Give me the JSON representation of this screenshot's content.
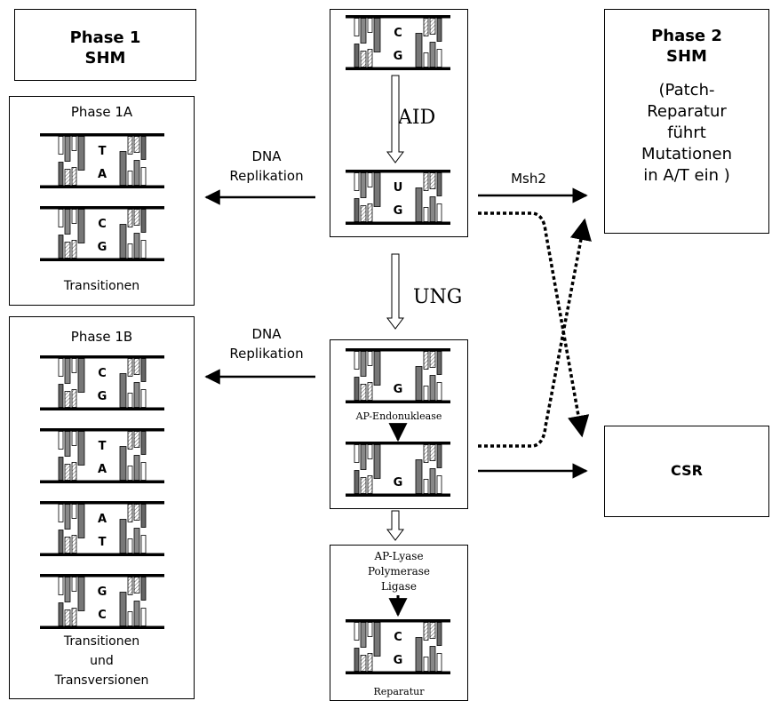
{
  "phase1": {
    "title_line1": "Phase 1",
    "title_line2": "SHM"
  },
  "phase2": {
    "title_line1": "Phase 2",
    "title_line2": "SHM",
    "desc": [
      "(Patch-",
      "Reparatur",
      "führt",
      "Mutationen",
      "in A/T ein )"
    ]
  },
  "csr": {
    "label": "CSR"
  },
  "phase1a": {
    "title": "Phase 1A",
    "caption": "Transitionen",
    "pairs": [
      {
        "top": "T",
        "bottom": "A"
      },
      {
        "top": "C",
        "bottom": "G"
      }
    ]
  },
  "phase1b": {
    "title": "Phase 1B",
    "caption": [
      "Transitionen",
      "und",
      "Transversionen"
    ],
    "pairs": [
      {
        "top": "C",
        "bottom": "G"
      },
      {
        "top": "T",
        "bottom": "A"
      },
      {
        "top": "A",
        "bottom": "T"
      },
      {
        "top": "G",
        "bottom": "C"
      }
    ]
  },
  "center_top": {
    "pair1": {
      "top": "C",
      "bottom": "G"
    },
    "enzyme": "AID",
    "pair2": {
      "top": "U",
      "bottom": "G"
    }
  },
  "ung": {
    "label": "UNG"
  },
  "center_mid": {
    "pair1": {
      "top": "",
      "bottom": "G"
    },
    "step": "AP-Endonuklease",
    "pair2": {
      "top": "",
      "bottom": "G"
    }
  },
  "center_bottom": {
    "steps": [
      "AP-Lyase",
      "Polymerase",
      "Ligase"
    ],
    "pair": {
      "top": "C",
      "bottom": "G"
    },
    "caption": "Reparatur"
  },
  "arrows": {
    "replication_a": [
      "DNA",
      "Replikation"
    ],
    "replication_b": [
      "DNA",
      "Replikation"
    ],
    "msh2": "Msh2"
  }
}
